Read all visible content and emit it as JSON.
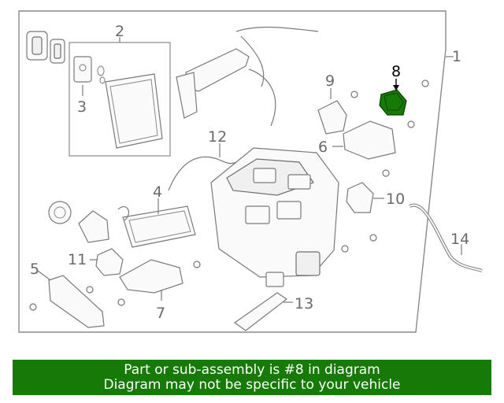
{
  "diagram": {
    "highlight_color": "#177a06",
    "callouts": [
      {
        "id": "c1",
        "label": "1"
      },
      {
        "id": "c2",
        "label": "2"
      },
      {
        "id": "c3",
        "label": "3"
      },
      {
        "id": "c4",
        "label": "4"
      },
      {
        "id": "c5",
        "label": "5"
      },
      {
        "id": "c6",
        "label": "6"
      },
      {
        "id": "c7",
        "label": "7"
      },
      {
        "id": "c8",
        "label": "8"
      },
      {
        "id": "c9",
        "label": "9"
      },
      {
        "id": "c10",
        "label": "10"
      },
      {
        "id": "c11",
        "label": "11"
      },
      {
        "id": "c12",
        "label": "12"
      },
      {
        "id": "c13",
        "label": "13"
      },
      {
        "id": "c14",
        "label": "14"
      }
    ]
  },
  "banner": {
    "line1": "Part or sub-assembly is #8 in diagram",
    "line2": "Diagram may not be specific to your vehicle",
    "background": "#177a06"
  }
}
